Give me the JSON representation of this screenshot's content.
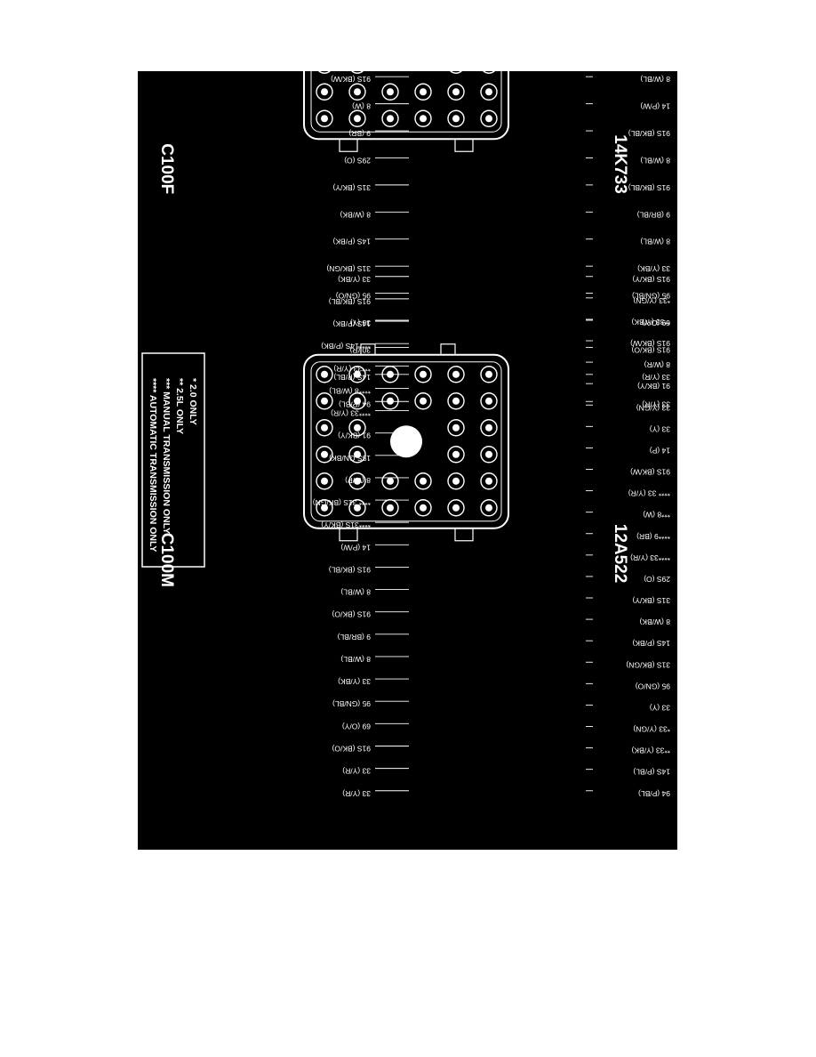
{
  "panel": {
    "background": "#000000",
    "ink": "#ffffff"
  },
  "connectors": [
    {
      "id": "c100f",
      "part_number": "14K733",
      "connector_name": "C100F",
      "left_labels": [
        "33 (Y/BK)",
        "91S (BK/BL)",
        "14S (P/BK)",
        "91 (BK/Y)",
        "15S (GN/BK)",
        "8 (W/BL)",
        "31S (BK/GN)",
        "8 (W/BL)",
        "14 (P/W)",
        "91S (BK/BL)",
        "8 (W/BL)",
        "91S (BK/BL)",
        "9 (BR/BL)",
        "8 (W/BL)",
        "33 (Y/BK)",
        "95 (GN/BL)",
        "69 (O/Y)",
        "91S (BK/O)",
        "33 (Y/R)",
        "33 (Y/R)"
      ],
      "right_labels": [
        "91S (BK/Y)",
        "8 (W/R)",
        "91S (BK/W)",
        "33 (Y/GN)",
        "91 (BK/Y)",
        "33 (Y)",
        "14 (P)",
        "91S (BK/W)",
        "8 (W)",
        "9 (BR)",
        "29S (O)",
        "31S (BK/Y)",
        "8 (W/BK)",
        "14S (P/BK)",
        "31S (BK/GN)",
        "95 (GN/O)",
        "33 (Y)",
        "30 (R)",
        "14S (P/BL)",
        "94 (P/BL)"
      ]
    },
    {
      "id": "c100m",
      "part_number": "12A522",
      "connector_name": "C100M",
      "left_labels": [
        "91S (BK/Y)",
        "*33 (Y/GN)",
        "**33 (Y/BK)",
        "91S (BK/W)",
        "8 (W/R)",
        "91 (BK/Y)",
        "33 (Y/GN)",
        "33 (Y)",
        "14 (P)",
        "91S (BK/W)",
        "**** 33 (Y/R)",
        "***8 (W)",
        "****9 (BR)",
        "****33 (Y/R)",
        "29S (O)",
        "31S (BK/Y)",
        "8 (W/BK)",
        "14S (P/BK)",
        "31S (BK/GN)",
        "95 (GN/O)",
        "33 (Y)",
        "*33 (Y/GN)",
        "**33 (Y/BK)",
        "14S (P/BL)",
        "94 (P/BL)"
      ],
      "right_labels": [
        "33 (Y/BK)",
        "91S (BK/BL)",
        "14S (P/BK)",
        "****14S (P/BK)",
        "***33 (Y/R)",
        "****8 (W/BL)",
        "****33 (Y/R)",
        "91 (BK/Y)",
        "15S GN/BK)",
        "8 (W/P)",
        "**** 31S (BK/GN)",
        "****31S (BK/Y)",
        "14 (P/W)",
        "91S (BK/BL)",
        "8 (W/BL)",
        "91S (BK/O)",
        "9 (BR/BL)",
        "8 (W/BL)",
        "33 (Y/BK)",
        "95 (GN/BL)",
        "69 (O/Y)",
        "91S (BK/O)",
        "33 (Y/R)",
        "33 (Y/R)"
      ]
    }
  ],
  "legend": {
    "items": [
      "*   2.0 ONLY",
      "**   2.5L ONLY",
      "***   MANUAL TRANSMISSION ONLY",
      "****   AUTOMATIC TRANSMISSION ONLY"
    ]
  }
}
